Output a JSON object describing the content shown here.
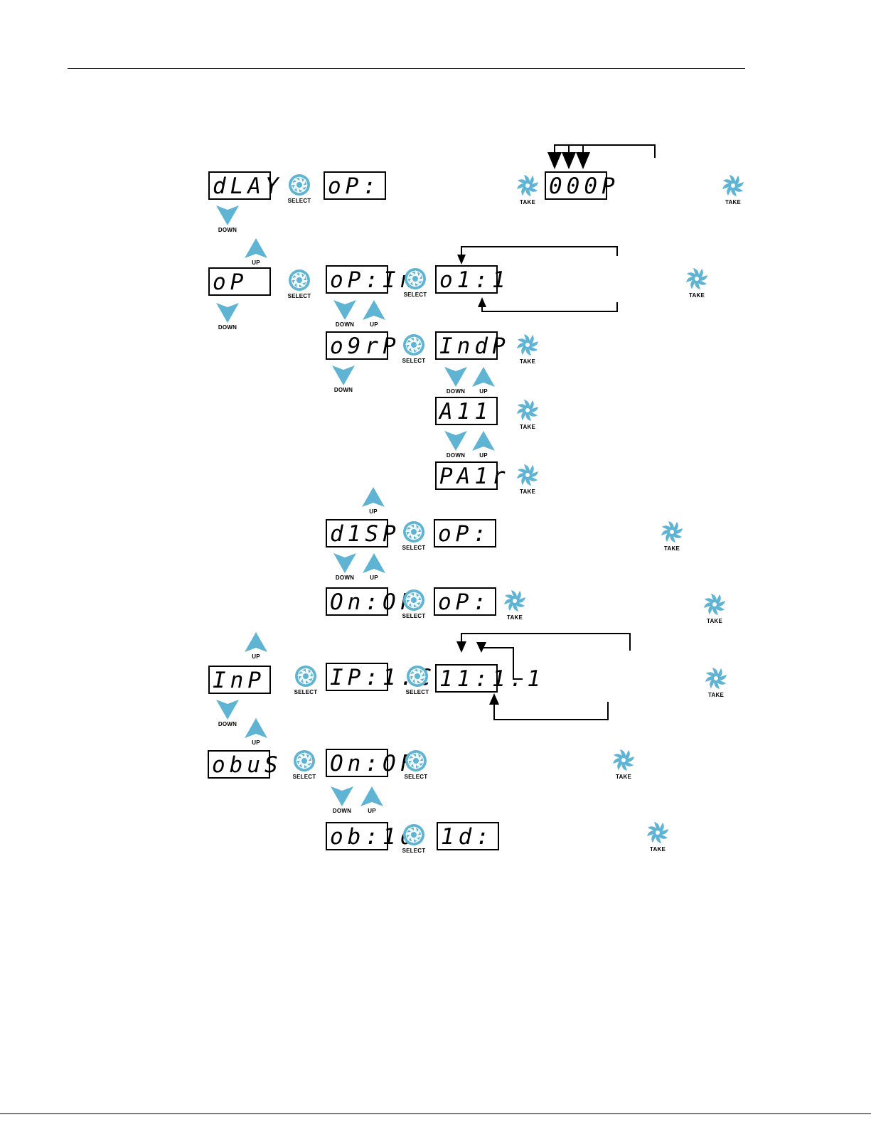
{
  "labels": {
    "select": "SELECT",
    "take": "TAKE",
    "up": "UP",
    "down": "DOWN"
  },
  "colors": {
    "button": "#5fb3d3",
    "line": "#000000"
  },
  "icons": {
    "select": "select-button-icon",
    "take": "take-button-icon",
    "up": "up-arrow-icon",
    "down": "down-arrow-icon"
  },
  "displays": {
    "dlay": "dLAY",
    "dlay_op": "oP:",
    "oop": "000P",
    "op": "oP",
    "op_in": "oP:In",
    "o1_1": "o1:1",
    "ogrp": "o9rP",
    "indp": "IndP",
    "all": "A11",
    "pair": "PA1r",
    "disp": "d1SP",
    "disp_op": "oP:",
    "onof": "On:OF",
    "onof_op": "oP:",
    "inp": "InP",
    "ip_1c": "IP:1.C",
    "i1_1_1": "11:1.1",
    "obus": "obuS",
    "obus_onof": "On:OF",
    "ob_id": "ob:1d",
    "id": "1d:"
  }
}
